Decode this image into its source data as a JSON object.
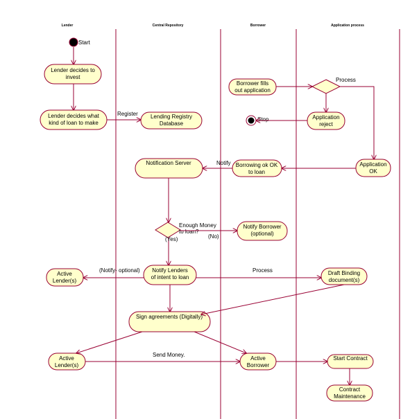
{
  "lanes": [
    "Lender",
    "Central Repository",
    "Borrower",
    "Application process"
  ],
  "nodes": {
    "start": "Start",
    "stop": "Stop",
    "lender_decides_invest": [
      "Lender decides to",
      "invest"
    ],
    "lender_decides_kind": [
      "Lender decides what",
      "kind of loan to make"
    ],
    "lending_registry_db": [
      "Lending Registry",
      "Database"
    ],
    "borrower_fills_app": [
      "Borrower fills",
      "out application"
    ],
    "application_reject": [
      "Application",
      "reject"
    ],
    "application_ok": [
      "Application",
      "OK"
    ],
    "borrowing_ok": [
      "Borrowing ok OK",
      "to loan"
    ],
    "notification_server": [
      "Notification Server"
    ],
    "enough_money": [
      "Enough Money",
      "to loan?"
    ],
    "notify_borrower": [
      "Notify Borrower",
      "(optional)"
    ],
    "notify_lenders": [
      "Notify Lenders",
      "of intent to loan"
    ],
    "active_lenders_1": [
      "Active",
      "Lender(s)"
    ],
    "draft_binding": [
      "Draft Binding",
      "document(s)"
    ],
    "sign_agreements": [
      "Sign agreements (Digitally)"
    ],
    "active_lenders_2": [
      "Active",
      "Lender(s)"
    ],
    "active_borrower": [
      "Active",
      "Borrower"
    ],
    "start_contract": [
      "Start Contract"
    ],
    "contract_maintenance": [
      "Contract",
      "Maintenance"
    ]
  },
  "edge_labels": {
    "register": "Register",
    "process_1": "Process",
    "notify": "Notify",
    "yes": "(Yes)",
    "no": "(No)",
    "notify_optional": "(Notify- optional)",
    "process_2": "Process",
    "send_money": "Send Money."
  }
}
